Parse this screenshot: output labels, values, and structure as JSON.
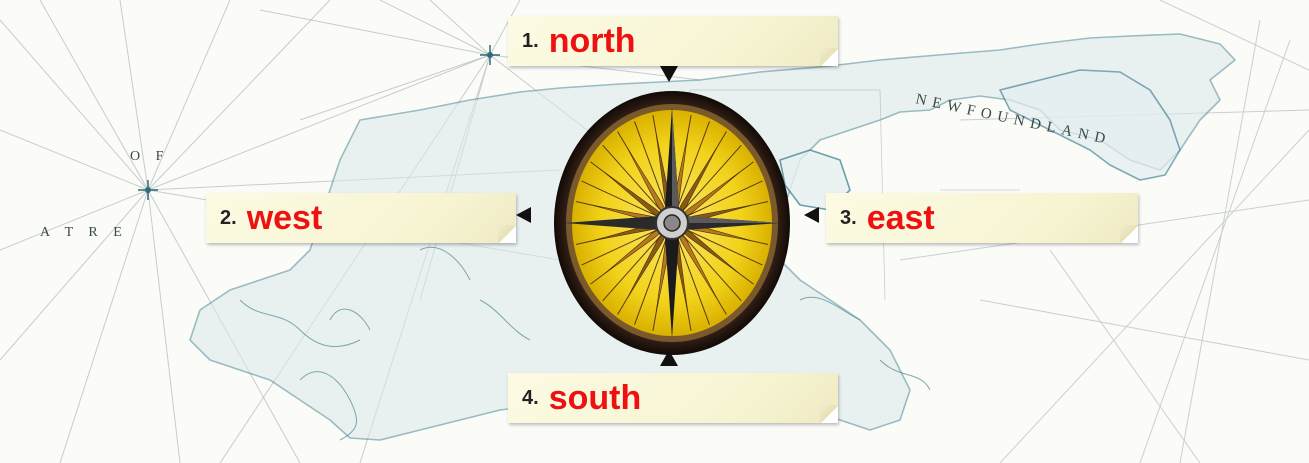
{
  "map": {
    "region_text": "NEWFOUNDLAND",
    "left_text_top": "O F",
    "left_text_bottom": "A T R E"
  },
  "labels": [
    {
      "id": "north",
      "number": "1.",
      "word": "north"
    },
    {
      "id": "west",
      "number": "2.",
      "word": "west"
    },
    {
      "id": "east",
      "number": "3.",
      "word": "east"
    },
    {
      "id": "south",
      "number": "4.",
      "word": "south"
    }
  ],
  "colors": {
    "answer_text": "#ee1111",
    "label_background": "#f8f5d6",
    "compass_yellow": "#f2d21b",
    "compass_rim": "#3b2a1f"
  }
}
